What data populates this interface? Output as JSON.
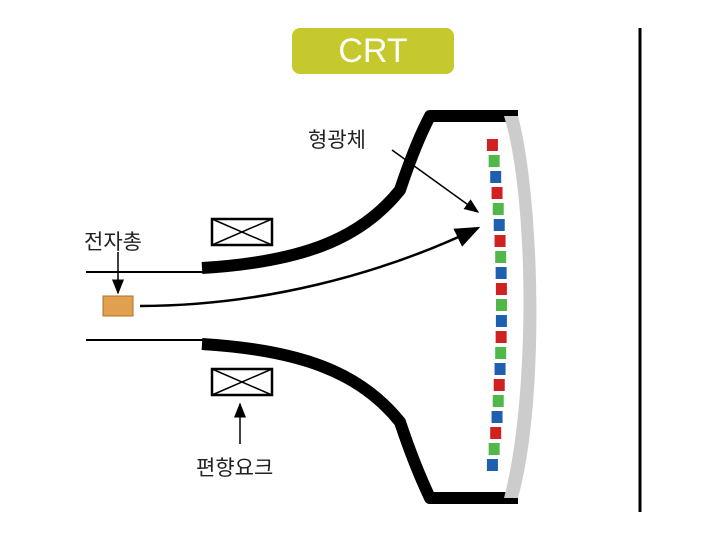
{
  "title": "CRT",
  "labels": {
    "phosphor": "형광체",
    "electron_gun": "전자총",
    "deflection_yoke": "편향요크"
  },
  "phosphor_dots": [
    "red",
    "green",
    "blue",
    "red",
    "green",
    "blue",
    "red",
    "green",
    "blue",
    "red",
    "green",
    "blue",
    "red",
    "green",
    "blue",
    "red",
    "green",
    "blue",
    "red",
    "green",
    "blue"
  ],
  "colors": {
    "title_bg": "#c6c92e",
    "title_text": "#ffffff",
    "tube": "#000000",
    "gun": "#e0a050",
    "glass": "#cccccc",
    "red": "#d02020",
    "green": "#50b848",
    "blue": "#1f5fb0"
  }
}
